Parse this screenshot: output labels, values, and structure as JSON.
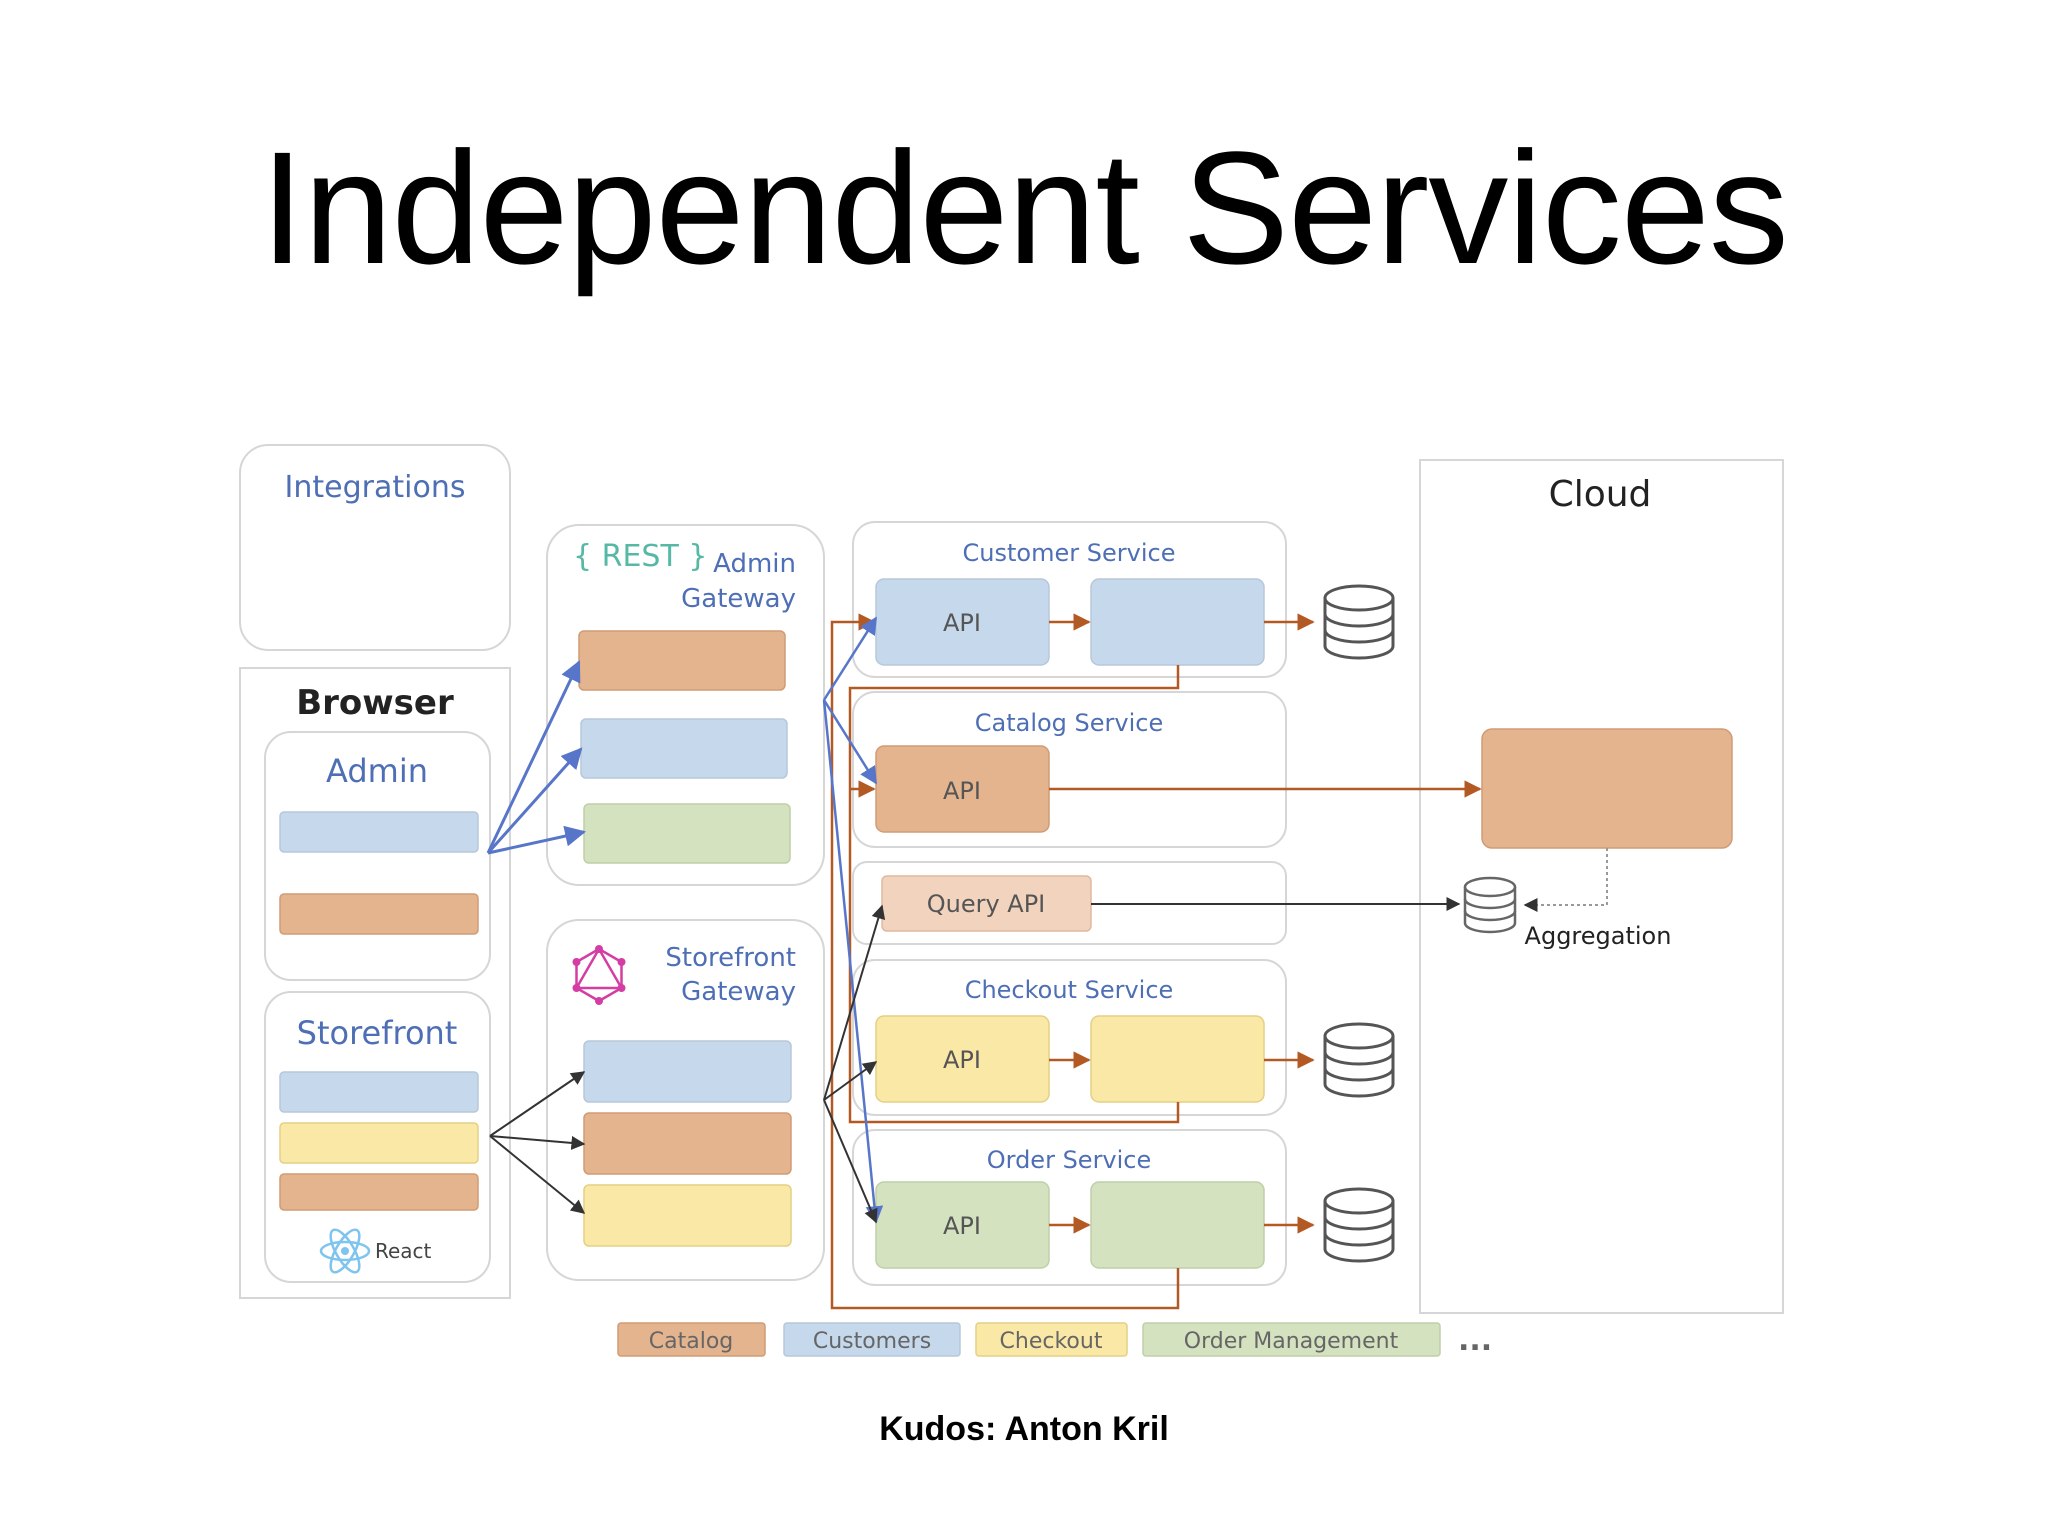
{
  "slide": {
    "title": "Independent Services",
    "credit": "Kudos: Anton Kril"
  },
  "colors": {
    "catalog": "#e4b48f",
    "customers": "#c5d8ec",
    "checkout": "#fae8a6",
    "order": "#d4e2bf",
    "query": "#f2d3be",
    "label_blue": "#4e6fb5",
    "arrow_blue": "#5876c9",
    "arrow_orange": "#b35a24",
    "arrow_dark": "#333333"
  },
  "diagram": {
    "integrations": "Integrations",
    "browser": {
      "title": "Browser",
      "admin": "Admin",
      "storefront": "Storefront",
      "react_label": "React"
    },
    "admin_gateway": {
      "rest_label": "{ REST }",
      "line1": "Admin",
      "line2": "Gateway"
    },
    "storefront_gateway": {
      "line1": "Storefront",
      "line2": "Gateway"
    },
    "services": {
      "customer": "Customer Service",
      "catalog": "Catalog Service",
      "query_api": "Query API",
      "checkout": "Checkout Service",
      "order": "Order Service",
      "api_label": "API"
    },
    "cloud": {
      "title": "Cloud",
      "aggregation": "Aggregation"
    },
    "legend": {
      "catalog": "Catalog",
      "customers": "Customers",
      "checkout": "Checkout",
      "order_management": "Order Management",
      "more": "..."
    }
  }
}
